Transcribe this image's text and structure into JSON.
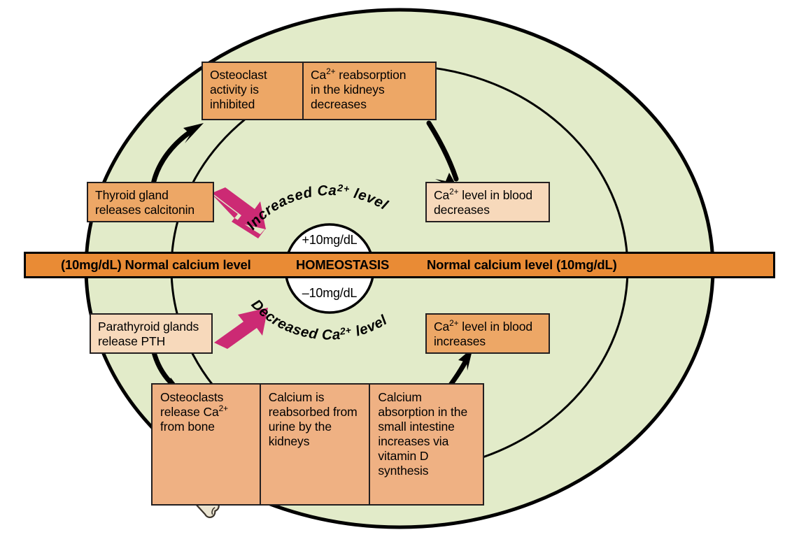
{
  "diagram": {
    "title": "Calcium homeostasis negative feedback loop",
    "colors": {
      "field": "#e2ebc9",
      "outline": "#000000",
      "box_dark_orange": "#eda766",
      "box_mid_orange": "#efb183",
      "box_light_peach": "#f7d9bb",
      "bar_orange": "#e98b35",
      "magenta_arrow": "#cc2a74",
      "bone": "#e8e2cf",
      "kidney": "#a9716b"
    }
  },
  "homeostasis_bar": {
    "left_label": "(10mg/dL) Normal calcium level",
    "center_label": "HOMEOSTASIS",
    "right_label": "Normal calcium level (10mg/dL)"
  },
  "center_circle": {
    "above_value": "+10mg/dL",
    "below_value": "–10mg/dL"
  },
  "arc_labels": {
    "top": "Increased Ca2+ level",
    "top_parts": {
      "pre": "Increased Ca",
      "sup": "2+",
      "post": " level"
    },
    "bottom": "Decreased Ca2+ level",
    "bottom_parts": {
      "pre": "Decreased Ca",
      "sup": "2+",
      "post": " level"
    }
  },
  "upper_loop": {
    "top_box_left": {
      "line1": "Osteoclast",
      "line2": "activity is",
      "line3": "inhibited"
    },
    "top_box_right": {
      "pre": "Ca",
      "sup": "2+",
      "post": " reabsorption",
      "line2": "in the kidneys",
      "line3": "decreases"
    },
    "right_box": {
      "pre": "Ca",
      "sup": "2+",
      "post": " level in blood",
      "line2": "decreases"
    },
    "left_box": {
      "line1": "Thyroid gland",
      "line2": "releases calcitonin"
    }
  },
  "lower_loop": {
    "left_box": {
      "line1": "Parathyroid glands",
      "line2": "release PTH"
    },
    "right_box": {
      "pre": "Ca",
      "sup": "2+",
      "post": " level in blood",
      "line2": "increases"
    },
    "bottom_cells": [
      {
        "line1": "Osteoclasts",
        "pre": "release Ca",
        "sup": "2+",
        "line3": "from bone",
        "icon": "bone-illustration"
      },
      {
        "line1": "Calcium is",
        "line2": "reabsorbed from",
        "line3": "urine by the",
        "line4": "kidneys",
        "icon": "kidney-illustration"
      },
      {
        "line1": "Calcium",
        "line2": "absorption in the",
        "line3": "small intestine",
        "line4": "increases via",
        "line5": "vitamin D",
        "line6": "synthesis",
        "icon": "none"
      }
    ]
  }
}
